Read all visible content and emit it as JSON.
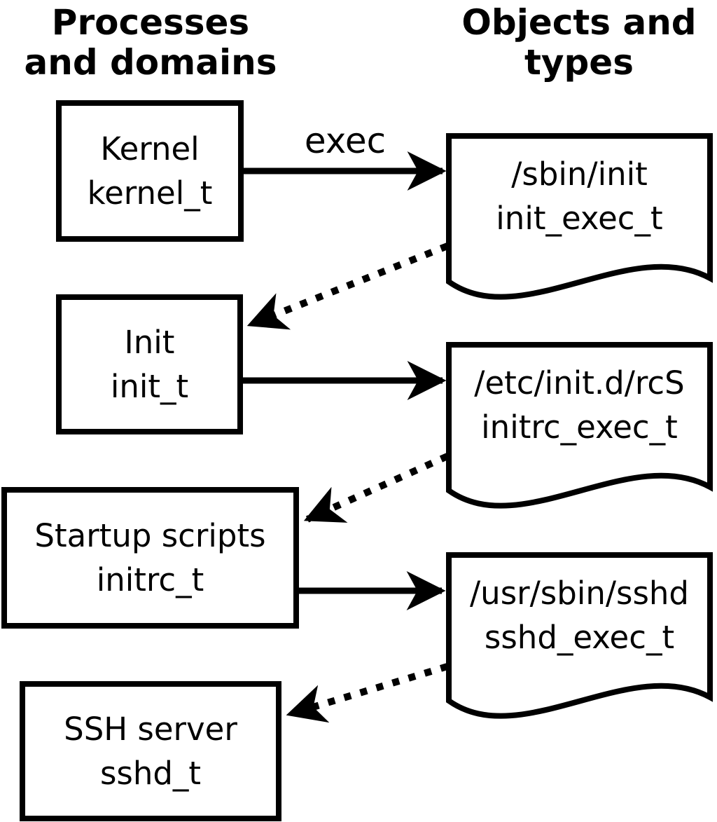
{
  "headers": {
    "left": "Processes\nand domains",
    "right": "Objects and\ntypes"
  },
  "edge_label": "exec",
  "processes": [
    {
      "name": "Kernel",
      "domain": "kernel_t"
    },
    {
      "name": "Init",
      "domain": "init_t"
    },
    {
      "name": "Startup scripts",
      "domain": "initrc_t"
    },
    {
      "name": "SSH server",
      "domain": "sshd_t"
    }
  ],
  "objects": [
    {
      "path": "/sbin/init",
      "type": "init_exec_t"
    },
    {
      "path": "/etc/init.d/rcS",
      "type": "initrc_exec_t"
    },
    {
      "path": "/usr/sbin/sshd",
      "type": "sshd_exec_t"
    }
  ],
  "arrows": [
    {
      "from": "kernel_t",
      "to": "init_exec_t",
      "style": "solid",
      "label": "exec"
    },
    {
      "from": "init_exec_t",
      "to": "init_t",
      "style": "dotted",
      "label": ""
    },
    {
      "from": "init_t",
      "to": "initrc_exec_t",
      "style": "solid",
      "label": ""
    },
    {
      "from": "initrc_exec_t",
      "to": "initrc_t",
      "style": "dotted",
      "label": ""
    },
    {
      "from": "initrc_t",
      "to": "sshd_exec_t",
      "style": "solid",
      "label": ""
    },
    {
      "from": "sshd_exec_t",
      "to": "sshd_t",
      "style": "dotted",
      "label": ""
    }
  ],
  "colors": {
    "ink": "#000000",
    "background": "#ffffff"
  }
}
